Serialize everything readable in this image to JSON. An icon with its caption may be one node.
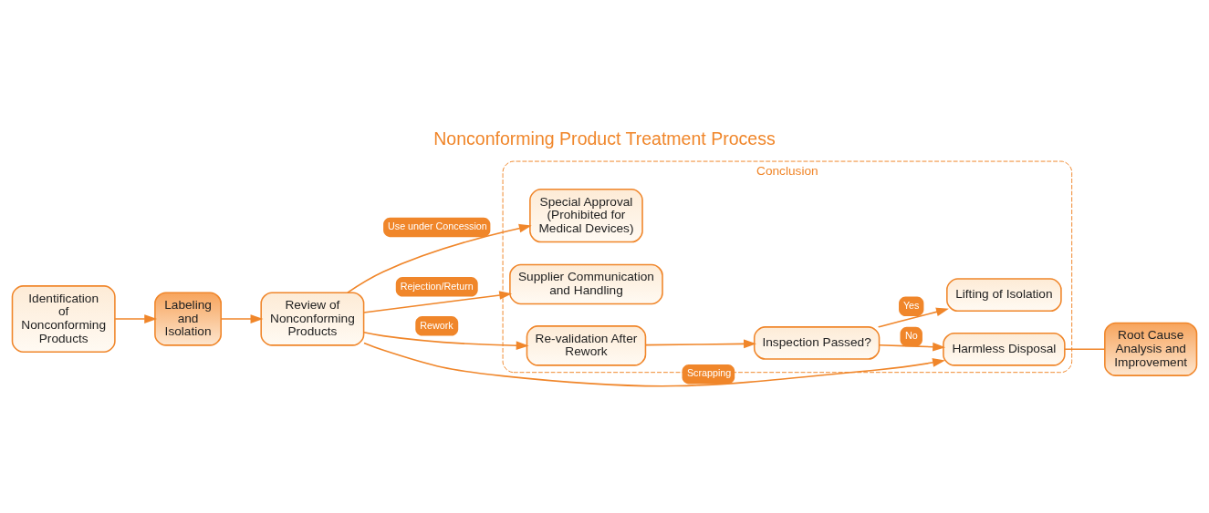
{
  "diagram": {
    "title": "Nonconforming Product Treatment Process",
    "nodes": [
      {
        "text": [
          "Identification of Nonconforming Products"
        ]
      },
      {
        "text": [
          "Labeling and Isolation"
        ]
      },
      {
        "text": [
          "Review of Nonconforming Products"
        ]
      },
      {
        "text": [
          "Conclusion"
        ]
      },
      {
        "text": [
          "Special Approval (Prohibited for Medical Devices)"
        ],
        "in": 3
      },
      {
        "text": [
          "Supplier Communication and Handling"
        ],
        "in": 3
      },
      {
        "text": [
          "Harmless Disposal"
        ],
        "in": 3
      },
      {
        "text": [
          "Re-validation After Rework"
        ],
        "in": 3
      },
      {
        "text": [
          "Inspection Passed?"
        ],
        "in": 3
      },
      {
        "text": [
          "Lifting of Isolation"
        ],
        "in": 3
      },
      {
        "text": [
          "Root Cause Analysis and Improvement"
        ]
      }
    ],
    "edges": [
      {
        "from": 0,
        "to": 1,
        "arrow": "to"
      },
      {
        "from": 1,
        "to": 2,
        "arrow": "to"
      },
      {
        "from": 2,
        "to": 4,
        "arrow": "to",
        "label": "Use under Concession"
      },
      {
        "from": 2,
        "to": 5,
        "arrow": "to",
        "label": "Rejection/Return"
      },
      {
        "from": 2,
        "to": 6,
        "arrow": "to",
        "label": "Scrapping"
      },
      {
        "from": 2,
        "to": 7,
        "arrow": "to",
        "label": "Rework"
      },
      {
        "from": 7,
        "to": 8,
        "arrow": "to"
      },
      {
        "from": 8,
        "to": 6,
        "arrow": "to",
        "label": "No"
      },
      {
        "from": 8,
        "to": 9,
        "arrow": "to",
        "label": "Yes"
      },
      {
        "from": 6,
        "to": 10,
        "arrow": "none"
      }
    ]
  }
}
